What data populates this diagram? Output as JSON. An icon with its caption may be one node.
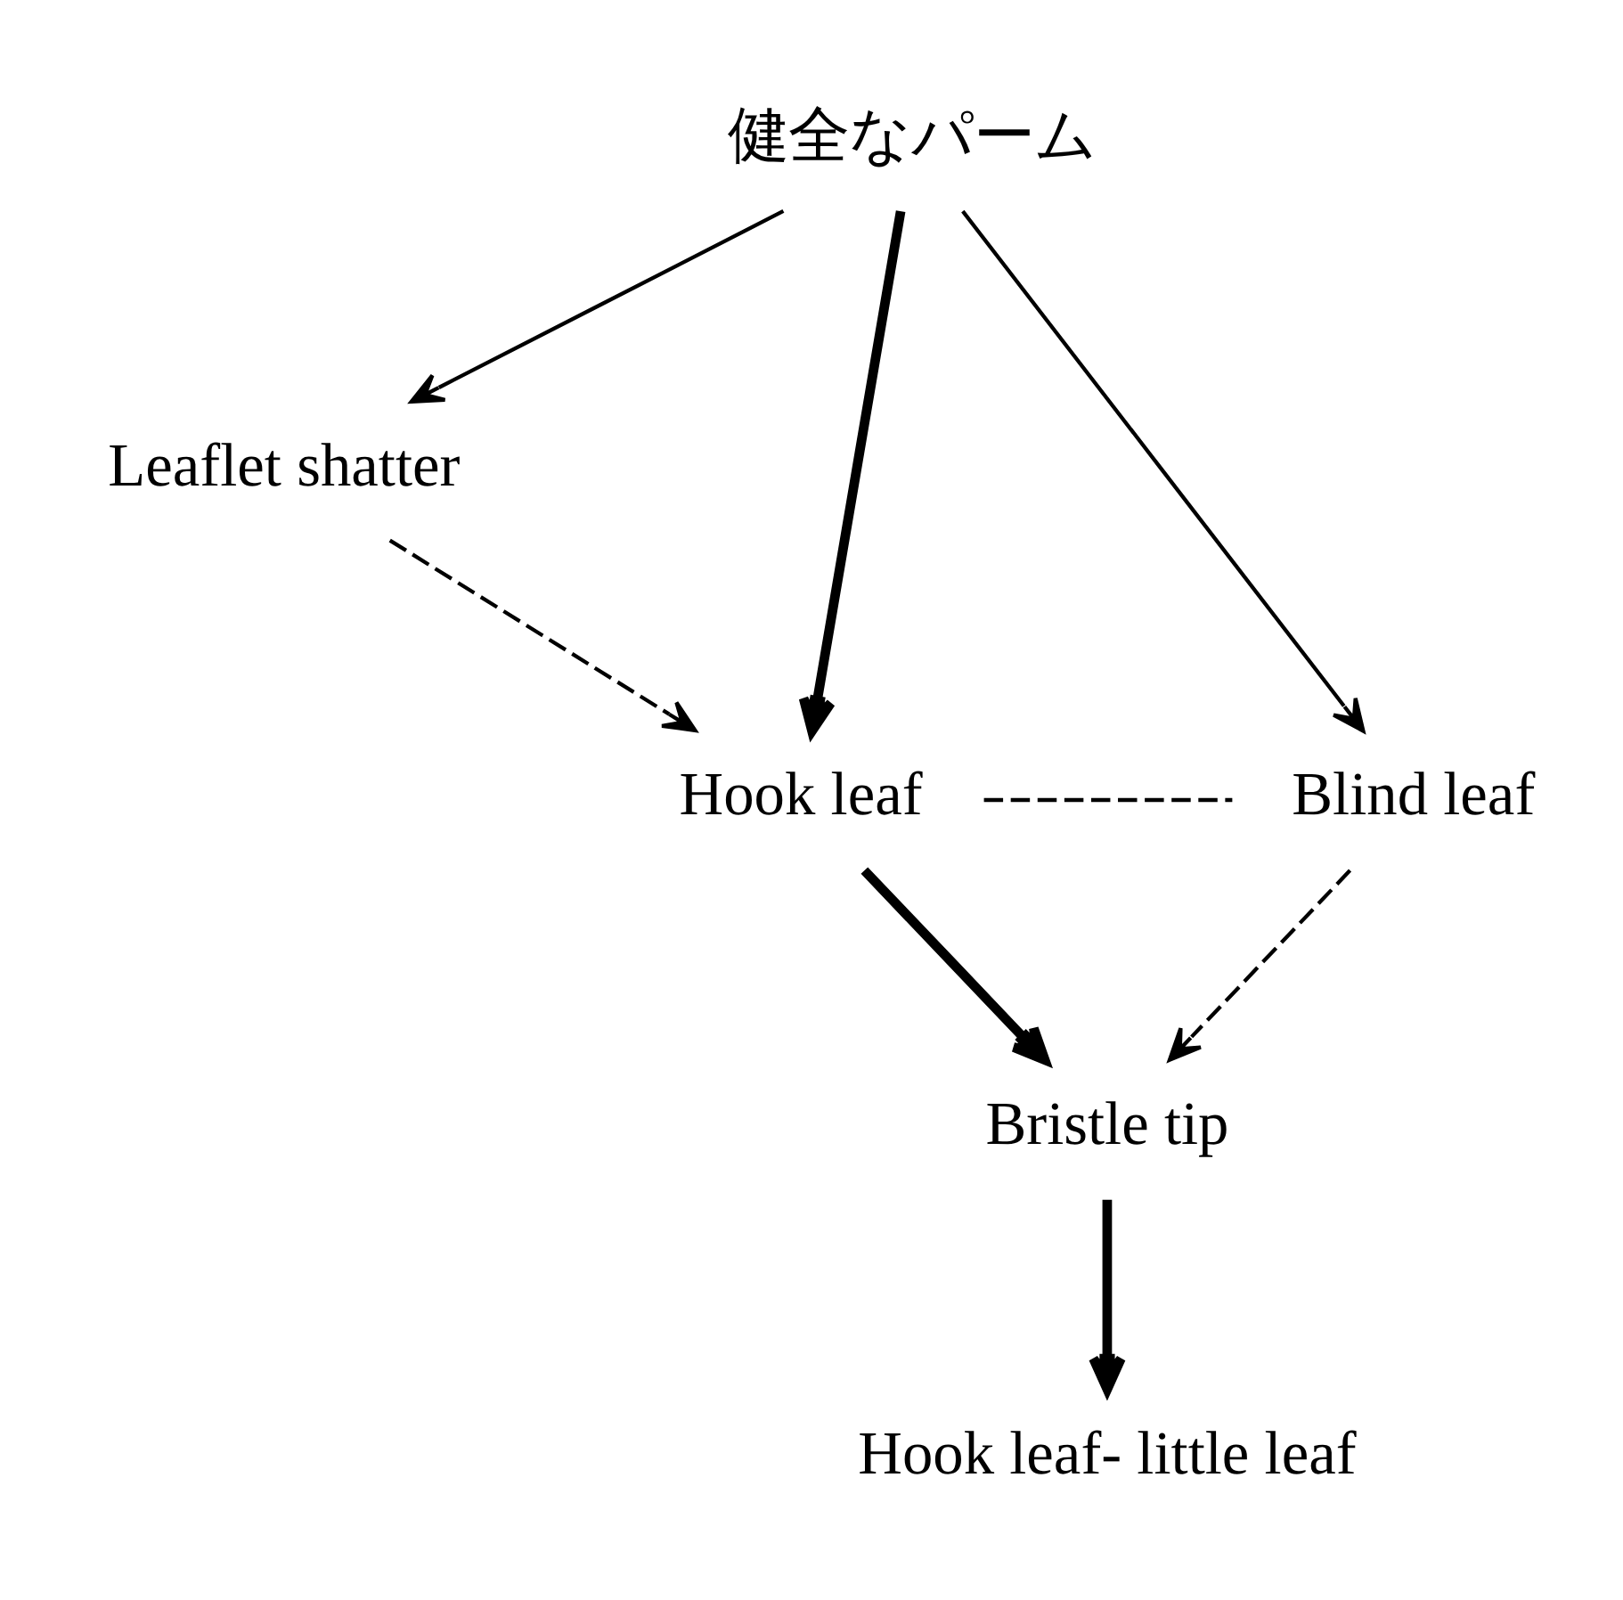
{
  "diagram": {
    "nodes": [
      {
        "text": [
          "健全なパーム"
        ]
      },
      {
        "text": [
          "Leaflet shatter"
        ]
      },
      {
        "text": [
          "Hook leaf"
        ]
      },
      {
        "text": [
          "Blind leaf"
        ]
      },
      {
        "text": [
          "Bristle tip"
        ]
      },
      {
        "text": [
          "Hook leaf- little leaf"
        ]
      }
    ],
    "edges": [
      {
        "from": 0,
        "to": 1,
        "arrow": "to"
      },
      {
        "from": 0,
        "to": 2,
        "arrow": "to",
        "style": "thick"
      },
      {
        "from": 0,
        "to": 3,
        "arrow": "to"
      },
      {
        "from": 1,
        "to": 2,
        "arrow": "to",
        "style": "dashed"
      },
      {
        "from": 2,
        "to": 3,
        "arrow": "none",
        "style": "dashed"
      },
      {
        "from": 2,
        "to": 4,
        "arrow": "to",
        "style": "thick"
      },
      {
        "from": 3,
        "to": 4,
        "arrow": "to",
        "style": "dashed"
      },
      {
        "from": 4,
        "to": 5,
        "arrow": "to",
        "style": "thick"
      }
    ]
  }
}
